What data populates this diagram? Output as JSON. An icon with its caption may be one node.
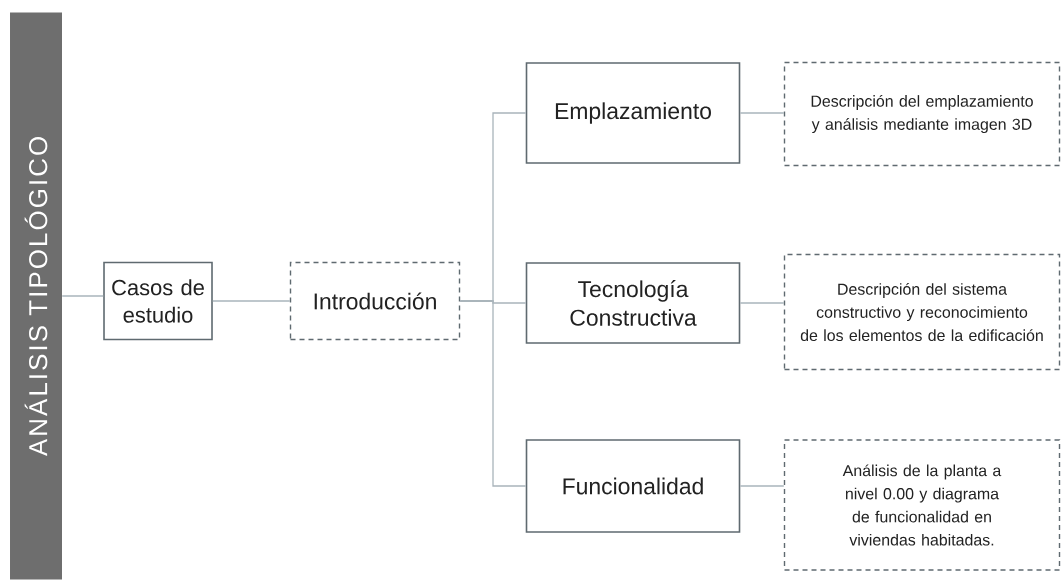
{
  "diagram": {
    "nodes": [
      {
        "text": [
          "ANÁLISIS TIPOLÓGICO"
        ]
      },
      {
        "text": [
          "Casos de estudio"
        ]
      },
      {
        "text": [
          "Introducción"
        ]
      },
      {
        "text": [
          "Emplazamiento"
        ]
      },
      {
        "text": [
          "Descripción del emplazamiento y análisis mediante imagen 3D"
        ]
      },
      {
        "text": [
          "Tecnología Constructiva"
        ]
      },
      {
        "text": [
          "Descripción del sistema constructivo y reconocimiento de los elementos de la edificación"
        ]
      },
      {
        "text": [
          "Funcionalidad"
        ]
      },
      {
        "text": [
          "Análisis de la planta a nivel 0.00 y diagrama de funcionalidad en viviendas habitadas."
        ]
      }
    ],
    "edges": [
      {
        "from": 0,
        "to": 1,
        "arrow": "none"
      },
      {
        "from": 1,
        "to": 2,
        "arrow": "none"
      },
      {
        "from": 2,
        "to": 3,
        "arrow": "none"
      },
      {
        "from": 2,
        "to": 5,
        "arrow": "none"
      },
      {
        "from": 2,
        "to": 7,
        "arrow": "none"
      },
      {
        "from": 3,
        "to": 4,
        "arrow": "none"
      },
      {
        "from": 5,
        "to": 6,
        "arrow": "none"
      },
      {
        "from": 7,
        "to": 8,
        "arrow": "none"
      }
    ]
  }
}
